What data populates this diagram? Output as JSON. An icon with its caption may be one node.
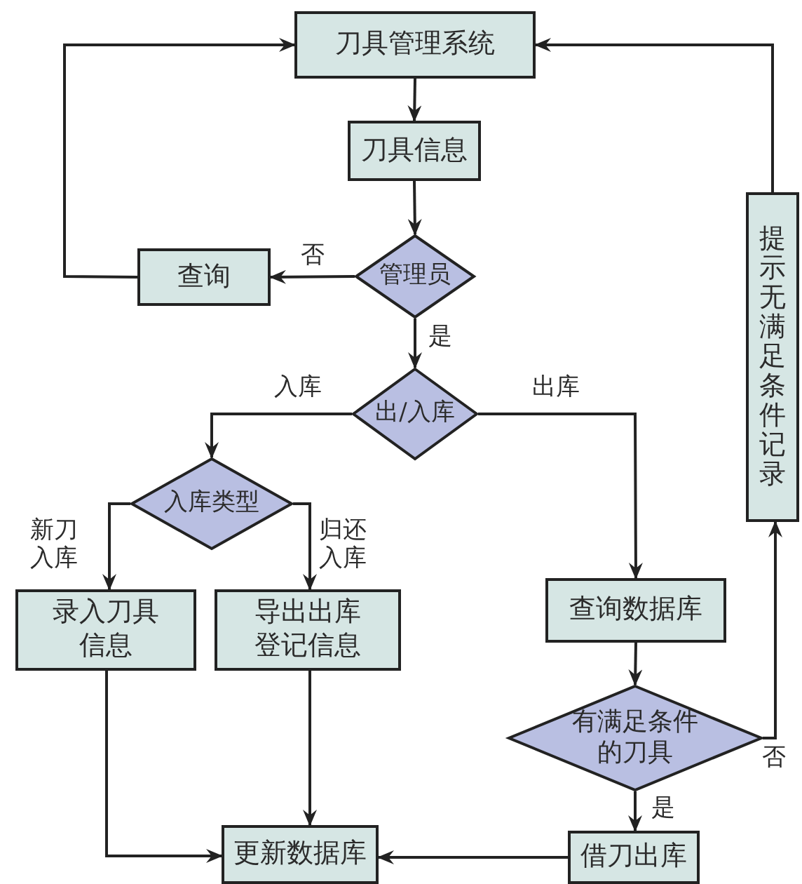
{
  "diagram": {
    "nodes": [
      {
        "text": [
          "刀具管理系统"
        ]
      },
      {
        "text": [
          "刀具信息"
        ]
      },
      {
        "text": [
          "管理员"
        ]
      },
      {
        "text": [
          "查询"
        ]
      },
      {
        "text": [
          "出/入库"
        ]
      },
      {
        "text": [
          "入库类型"
        ]
      },
      {
        "text": [
          "录入刀具信息"
        ]
      },
      {
        "text": [
          "导出出库登记信息"
        ]
      },
      {
        "text": [
          "查询数据库"
        ]
      },
      {
        "text": [
          "有满足条件的刀具"
        ]
      },
      {
        "text": [
          "借刀出库"
        ]
      },
      {
        "text": [
          "更新数据库"
        ]
      },
      {
        "text": [
          "提示无满足条件记录"
        ]
      }
    ],
    "edges": [
      {
        "from": 0,
        "to": 1,
        "arrow": "to"
      },
      {
        "from": 1,
        "to": 2,
        "arrow": "to"
      },
      {
        "from": 2,
        "to": 3,
        "arrow": "to",
        "label": "否"
      },
      {
        "from": 3,
        "to": 0,
        "arrow": "to"
      },
      {
        "from": 2,
        "to": 4,
        "arrow": "to",
        "label": "是"
      },
      {
        "from": 4,
        "to": 5,
        "arrow": "to",
        "label": "入库"
      },
      {
        "from": 4,
        "to": 8,
        "arrow": "to",
        "label": "出库"
      },
      {
        "from": 5,
        "to": 6,
        "arrow": "to",
        "label": "新刀入库"
      },
      {
        "from": 5,
        "to": 7,
        "arrow": "to",
        "label": "归还入库"
      },
      {
        "from": 6,
        "to": 11,
        "arrow": "to"
      },
      {
        "from": 7,
        "to": 11,
        "arrow": "to"
      },
      {
        "from": 8,
        "to": 9,
        "arrow": "to"
      },
      {
        "from": 9,
        "to": 10,
        "arrow": "to",
        "label": "是"
      },
      {
        "from": 9,
        "to": 12,
        "arrow": "to",
        "label": "否"
      },
      {
        "from": 12,
        "to": 0,
        "arrow": "to"
      },
      {
        "from": 10,
        "to": 11,
        "arrow": "to"
      }
    ]
  }
}
